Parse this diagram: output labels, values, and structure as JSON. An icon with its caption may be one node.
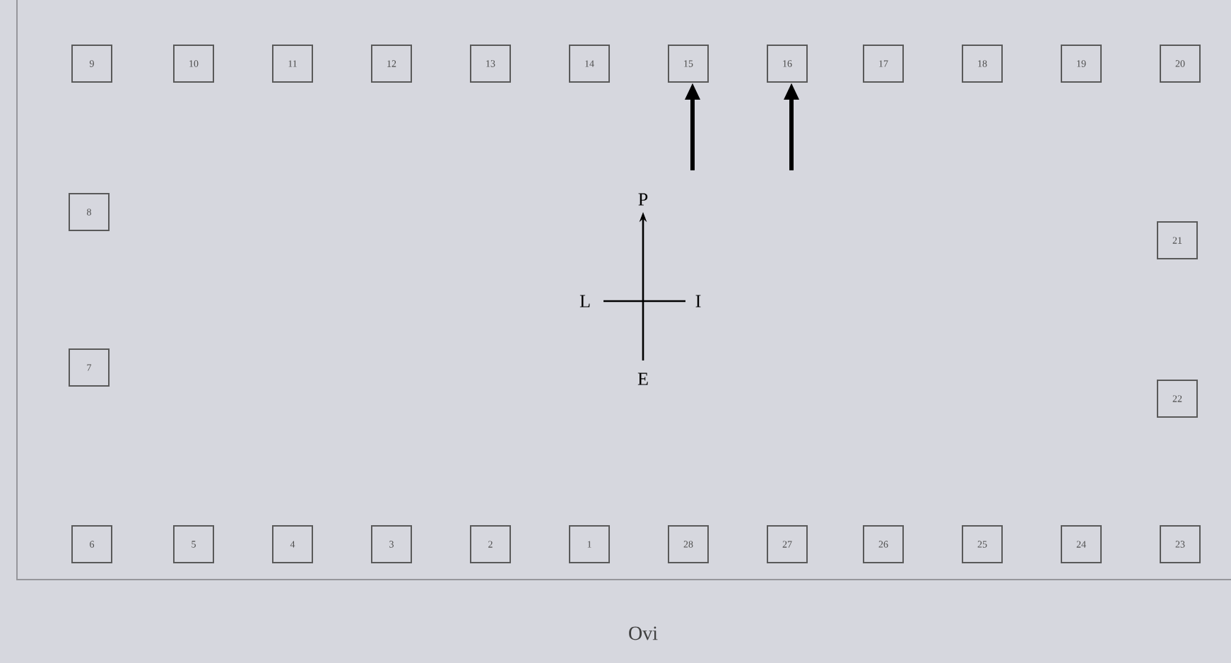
{
  "diagram": {
    "caption": "Ovi",
    "nodes": [
      {
        "text": [
          "9"
        ]
      },
      {
        "text": [
          "10"
        ]
      },
      {
        "text": [
          "11"
        ]
      },
      {
        "text": [
          "12"
        ]
      },
      {
        "text": [
          "13"
        ]
      },
      {
        "text": [
          "14"
        ]
      },
      {
        "text": [
          "15"
        ]
      },
      {
        "text": [
          "16"
        ]
      },
      {
        "text": [
          "17"
        ]
      },
      {
        "text": [
          "18"
        ]
      },
      {
        "text": [
          "19"
        ]
      },
      {
        "text": [
          "20"
        ]
      },
      {
        "text": [
          "8"
        ]
      },
      {
        "text": [
          "21"
        ]
      },
      {
        "text": [
          "7"
        ]
      },
      {
        "text": [
          "22"
        ]
      },
      {
        "text": [
          "6"
        ]
      },
      {
        "text": [
          "5"
        ]
      },
      {
        "text": [
          "4"
        ]
      },
      {
        "text": [
          "3"
        ]
      },
      {
        "text": [
          "2"
        ]
      },
      {
        "text": [
          "1"
        ]
      },
      {
        "text": [
          "28"
        ]
      },
      {
        "text": [
          "27"
        ]
      },
      {
        "text": [
          "26"
        ]
      },
      {
        "text": [
          "25"
        ]
      },
      {
        "text": [
          "24"
        ]
      },
      {
        "text": [
          "23"
        ]
      }
    ],
    "edges": [
      {
        "from": null,
        "to": 6,
        "arrow": "to"
      },
      {
        "from": null,
        "to": 7,
        "arrow": "to"
      }
    ],
    "labels": [
      "P",
      "L",
      "I",
      "E"
    ]
  }
}
